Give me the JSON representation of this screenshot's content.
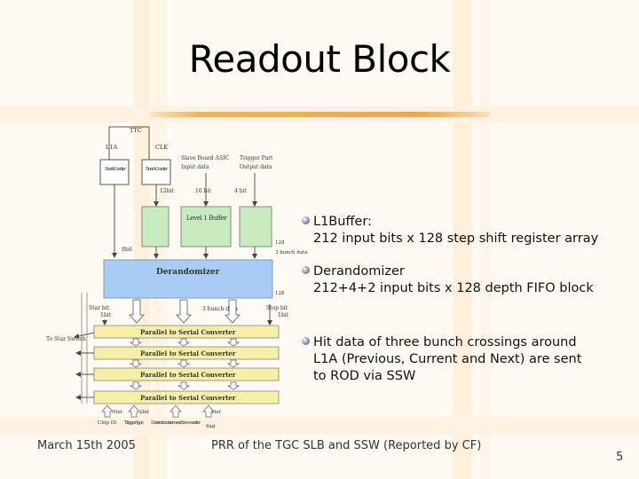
{
  "slide": {
    "title": "Readout Block",
    "footer_left": "March 15th 2005",
    "footer_center": "PRR of the TGC SLB and SSW (Reported by CF)",
    "page_number": "5"
  },
  "bullets": [
    {
      "text": "L1Buffer:",
      "sub": "212 input bits x 128 step shift register array"
    },
    {
      "text": "Derandomizer",
      "sub": "212+4+2 input bits x 128 depth FIFO block"
    },
    {
      "text": "Hit data of three bunch crossings around L1A (Previous, Current and Next) are sent to ROD via SSW",
      "sub": ""
    }
  ],
  "diagram": {
    "ttc": "TTC",
    "l1a": "L1A",
    "clk": "CLK",
    "event_counter": "Event Counter",
    "bunch_counter": "Bunch Counter",
    "slave_board_asic": "Slave Board ASIC",
    "input_data": "Input data",
    "trigger_part": "Trigger Part",
    "output_data": "Output data",
    "bits_12": "12bit",
    "bits_16": "16 bit",
    "bits_4": "4 bit",
    "bits_8": "8bit",
    "level1_buffer": "Level 1 Buffer",
    "step_128": "128",
    "bunch_data_3_right": "3 bunch data",
    "derandomizer": "Derandomizer",
    "depth_128": "128",
    "star_bit": "Star bit",
    "one_bit_left": "1bit",
    "bunch_data_3_mid": "3 bunch data",
    "stop_bit": "Stop bit",
    "one_bit_right": "1bit",
    "to_star_switch": "To Star Switch",
    "converters": [
      "Parallel to Serial Converter",
      "Parallel to Serial Converter",
      "Parallel to Serial Converter",
      "Parallel to Serial Converter"
    ],
    "chip_id": "Chip ID",
    "trigger_type": "Trigger type",
    "derand_overflow": "Derandomizer overflow counter",
    "bits_5": "5bit",
    "bits_2": "2bit",
    "one_bit_bottom": "1bit",
    "flag": "flag"
  },
  "colors": {
    "derandomizer_fill": "#a9cdf2",
    "buffer_fill": "#c8ecc0",
    "converter_fill": "#f5f0a6",
    "accent_orange": "#f2b25a"
  }
}
